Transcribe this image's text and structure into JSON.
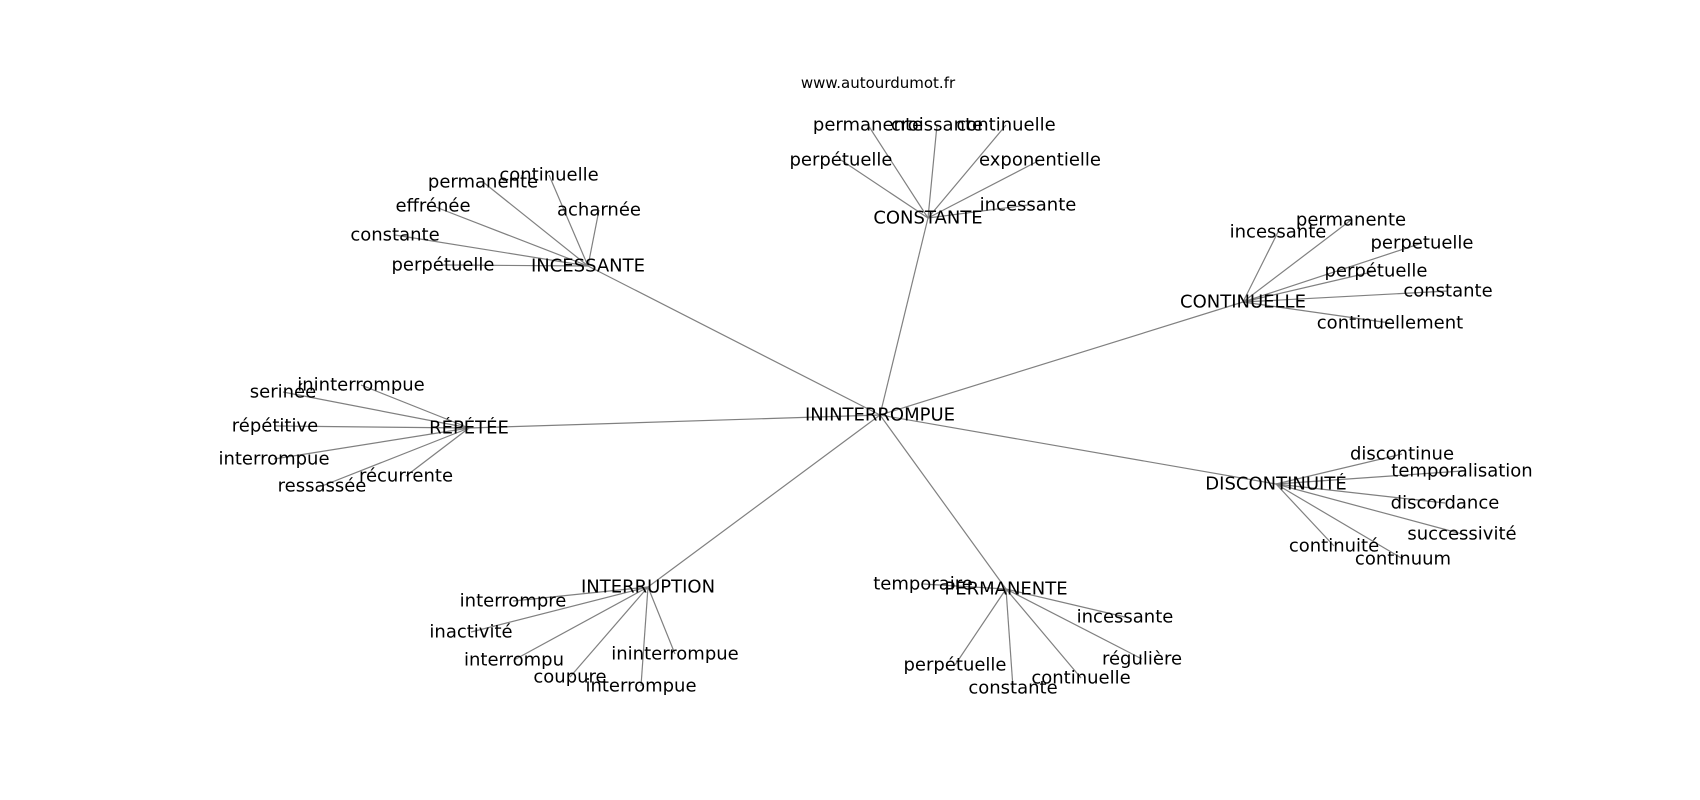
{
  "site": "www.autourdumot.fr",
  "graph": {
    "center": "ININTERROMPUE",
    "clusters": [
      {
        "hub": "CONSTANTE",
        "leaves": [
          "permanente",
          "croissante",
          "continuelle",
          "perpétuelle",
          "exponentielle",
          "incessante"
        ]
      },
      {
        "hub": "INCESSANTE",
        "leaves": [
          "continuelle",
          "permanente",
          "effrénée",
          "acharnée",
          "constante",
          "perpétuelle"
        ]
      },
      {
        "hub": "CONTINUELLE",
        "leaves": [
          "incessante",
          "permanente",
          "perpetuelle",
          "perpétuelle",
          "constante",
          "continuellement"
        ]
      },
      {
        "hub": "RÉPÉTÉE",
        "leaves": [
          "ininterrompue",
          "serinée",
          "répétitive",
          "interrompue",
          "récurrente",
          "ressassée"
        ]
      },
      {
        "hub": "DISCONTINUITÉ",
        "leaves": [
          "discontinue",
          "temporalisation",
          "discordance",
          "successivité",
          "continuité",
          "continuum"
        ]
      },
      {
        "hub": "INTERRUPTION",
        "leaves": [
          "interrompre",
          "inactivité",
          "interrompu",
          "ininterrompue",
          "coupure",
          "interrompue"
        ]
      },
      {
        "hub": "PERMANENTE",
        "leaves": [
          "temporaire",
          "incessante",
          "régulière",
          "perpétuelle",
          "continuelle",
          "constante"
        ]
      }
    ]
  }
}
